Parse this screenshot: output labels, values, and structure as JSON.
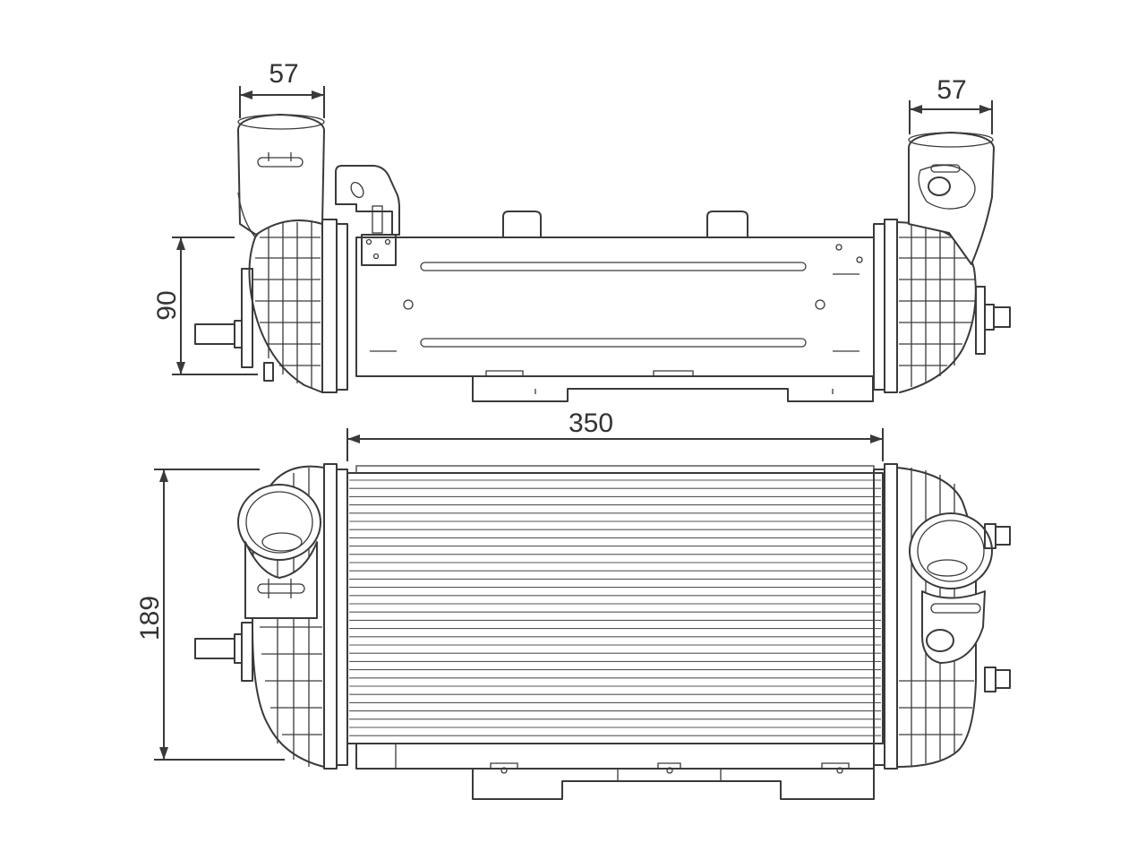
{
  "dimensions": {
    "top_left_width": "57",
    "top_right_width": "57",
    "top_height": "90",
    "length": "350",
    "front_height": "189"
  }
}
